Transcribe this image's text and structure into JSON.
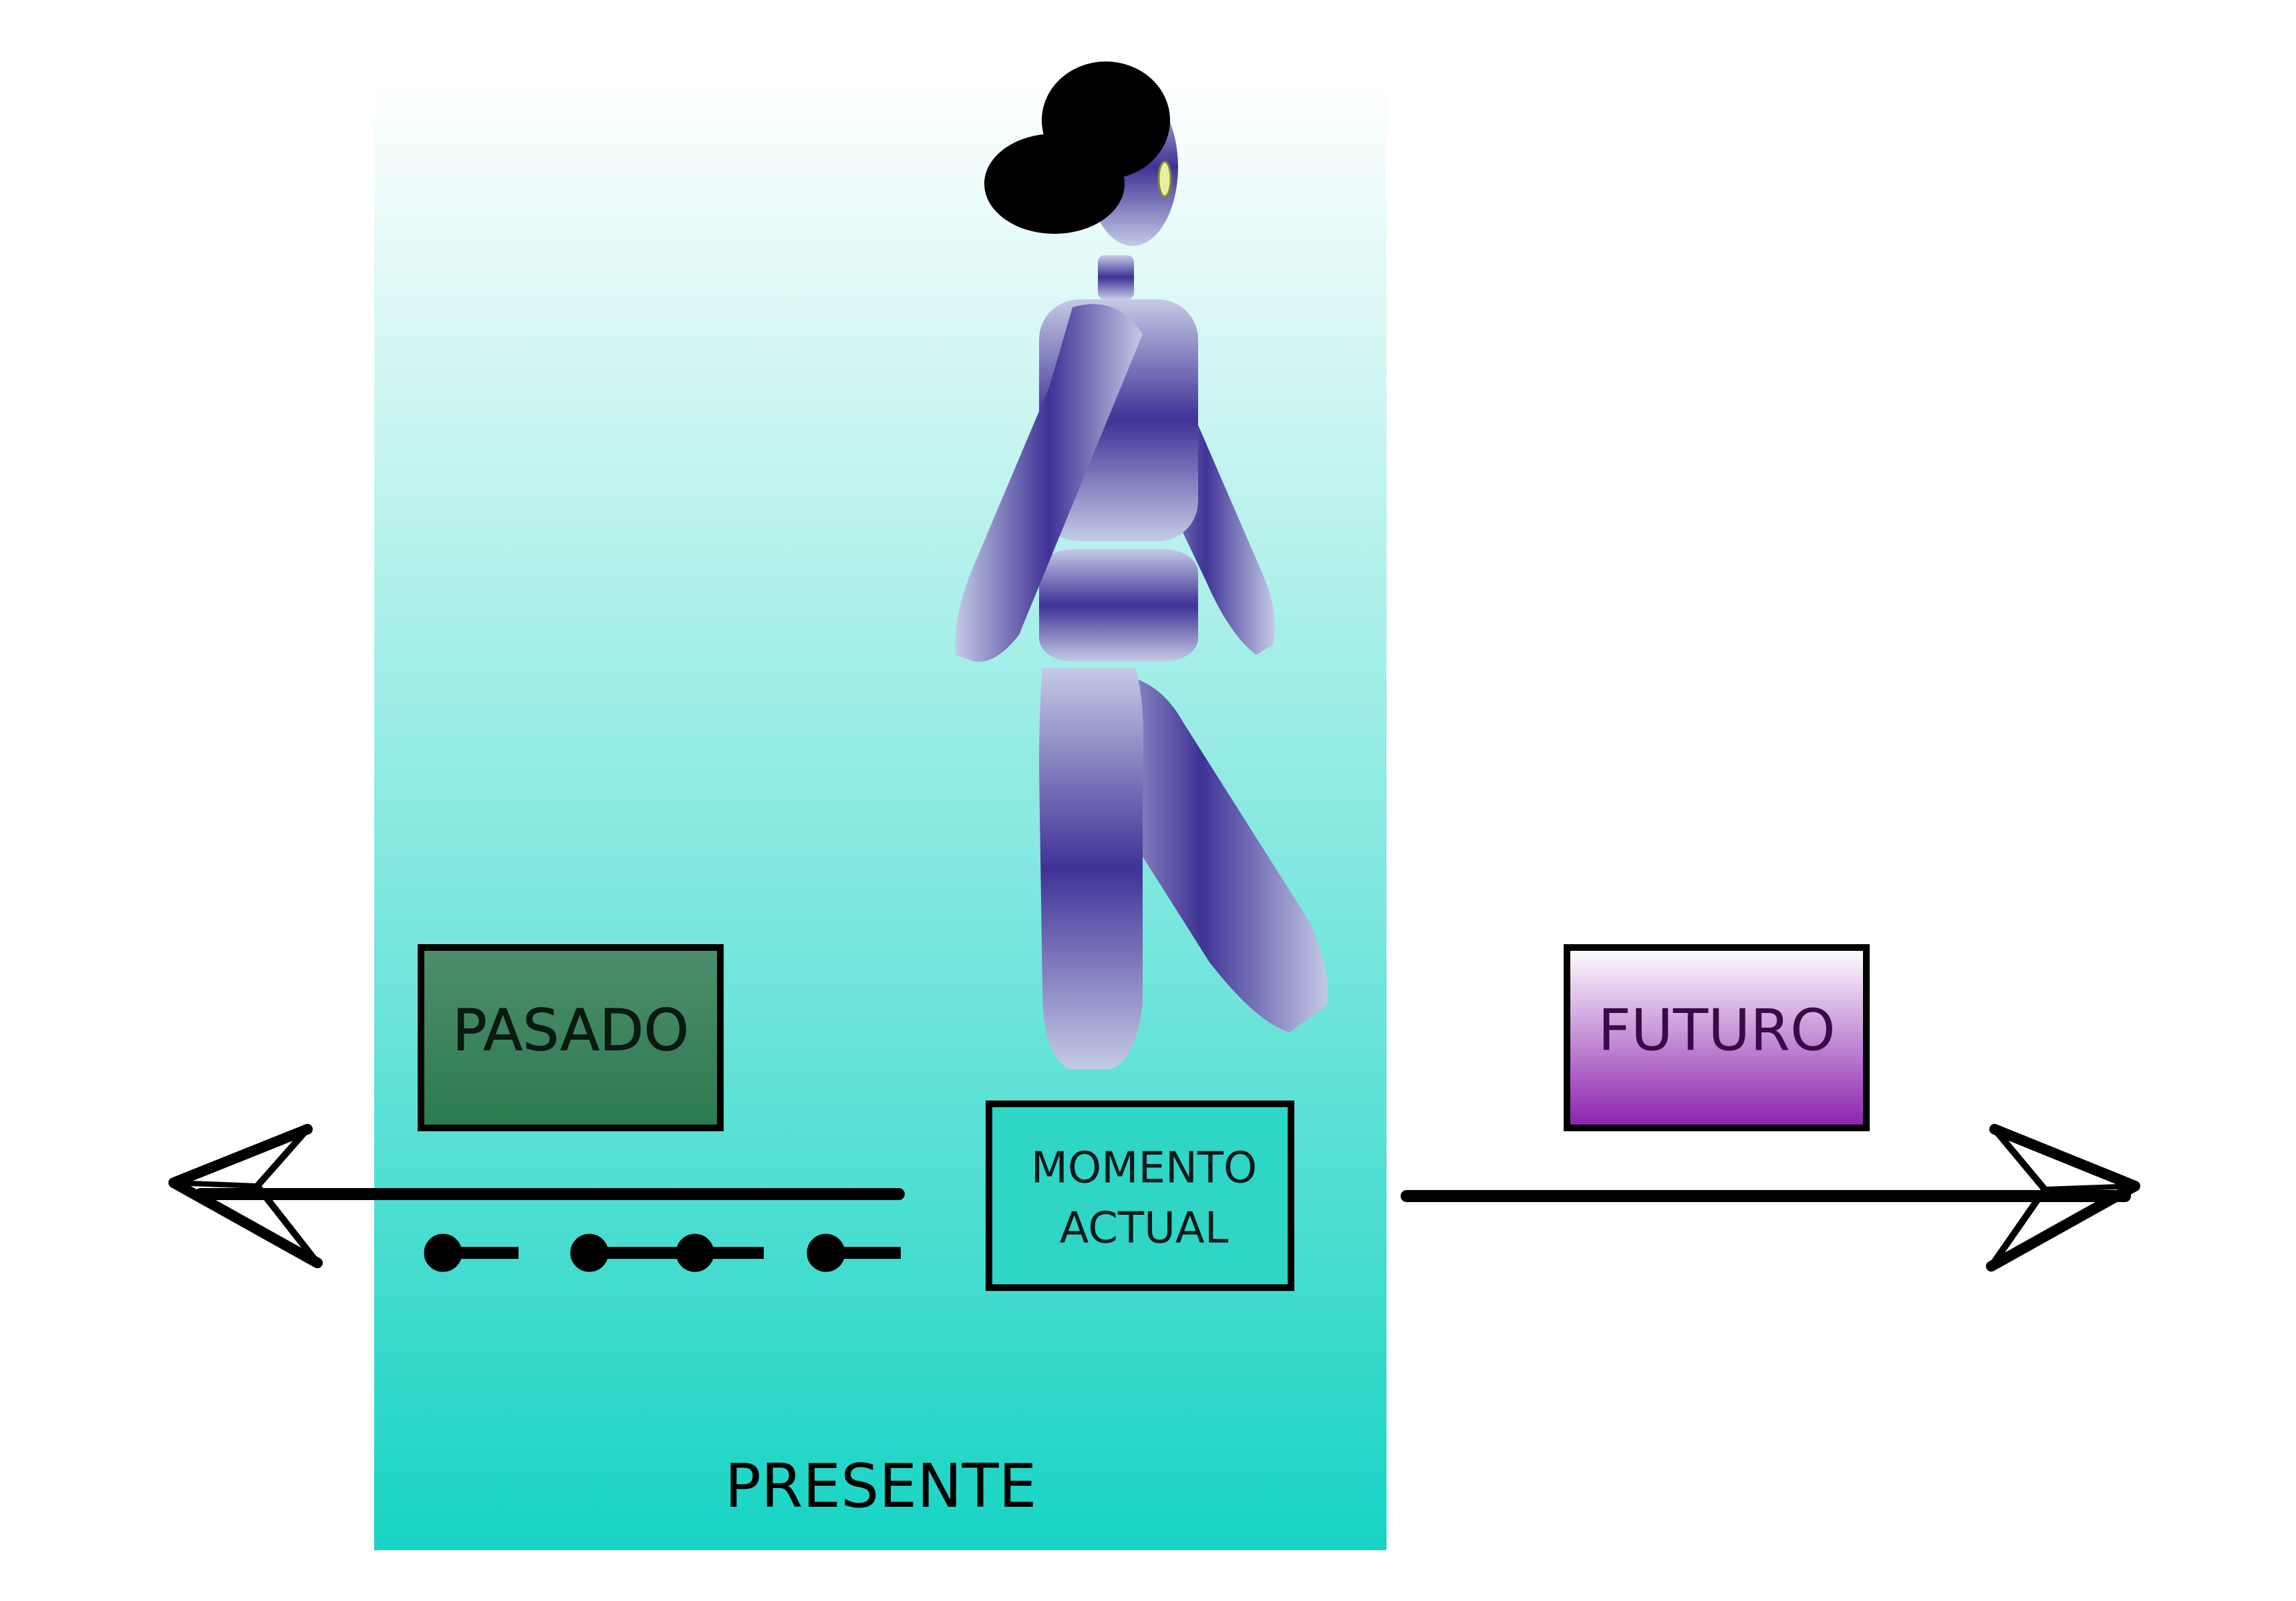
{
  "labels": {
    "pasado": "PASADO",
    "futuro": "FUTURO",
    "momento_line1": "MOMENTO",
    "momento_line2": "ACTUAL",
    "presente": "PRESENTE"
  },
  "colors": {
    "presente_top": "#ffffff",
    "presente_bottom": "#17d4c4",
    "pasado_top": "#4a8c6a",
    "pasado_bottom": "#2f7a52",
    "futuro_top": "#ffffff",
    "futuro_bottom": "#8d1fb0",
    "figure_dark": "#3f3296",
    "figure_light": "#c4cae6",
    "stroke": "#000000"
  },
  "icons": {
    "figure": "walking-person-icon",
    "left_arrow": "arrow-left-icon",
    "right_arrow": "arrow-right-icon"
  }
}
